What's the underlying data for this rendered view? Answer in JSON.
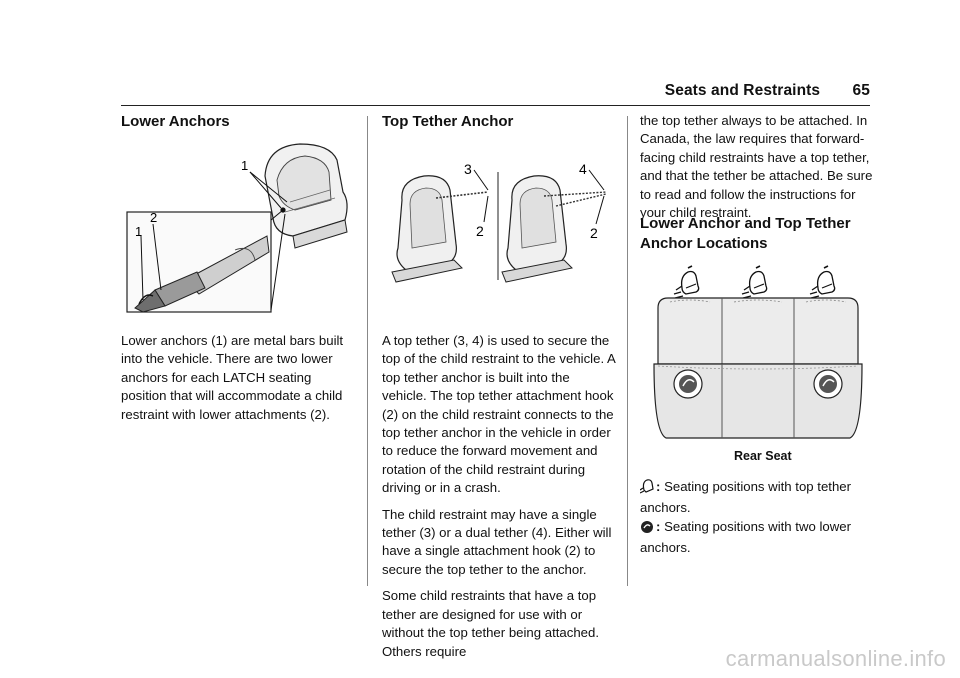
{
  "header": {
    "section_title": "Seats and Restraints",
    "page_number": "65"
  },
  "lower_anchors": {
    "heading": "Lower Anchors",
    "figure_callouts": [
      "1",
      "2",
      "1"
    ],
    "body": "Lower anchors (1) are metal bars built into the vehicle. There are two lower anchors for each LATCH seating position that will accommodate a child restraint with lower attachments (2)."
  },
  "top_tether": {
    "heading": "Top Tether Anchor",
    "figure_callouts": [
      "3",
      "4",
      "2",
      "2"
    ],
    "paragraphs": [
      "A top tether (3, 4) is used to secure the top of the child restraint to the vehicle. A top tether anchor is built into the vehicle. The top tether attachment hook (2) on the child restraint connects to the top tether anchor in the vehicle in order to reduce the forward movement and rotation of the child restraint during driving or in a crash.",
      "The child restraint may have a single tether (3) or a dual tether (4). Either will have a single attachment hook (2) to secure the top tether to the anchor.",
      "Some child restraints that have a top tether are designed for use with or without the top tether being attached. Others require"
    ]
  },
  "column3": {
    "continuation": "the top tether always to be attached. In Canada, the law requires that forward-facing child restraints have a top tether, and that the tether be attached. Be sure to read and follow the instructions for your child restraint.",
    "heading": "Lower Anchor and Top Tether Anchor Locations",
    "figure_caption": "Rear Seat",
    "legend": [
      {
        "icon": "top-tether-symbol",
        "separator": ":",
        "text": "Seating positions with top tether anchors."
      },
      {
        "icon": "lower-anchor-symbol",
        "separator": ":",
        "text": "Seating positions with two lower anchors."
      }
    ]
  },
  "footer": {
    "watermark": "carmanualsonline.info"
  },
  "colors": {
    "text": "#111111",
    "rule": "#222222",
    "watermark": "#c9c9c9",
    "seat_fill": "#e9e9e9"
  }
}
